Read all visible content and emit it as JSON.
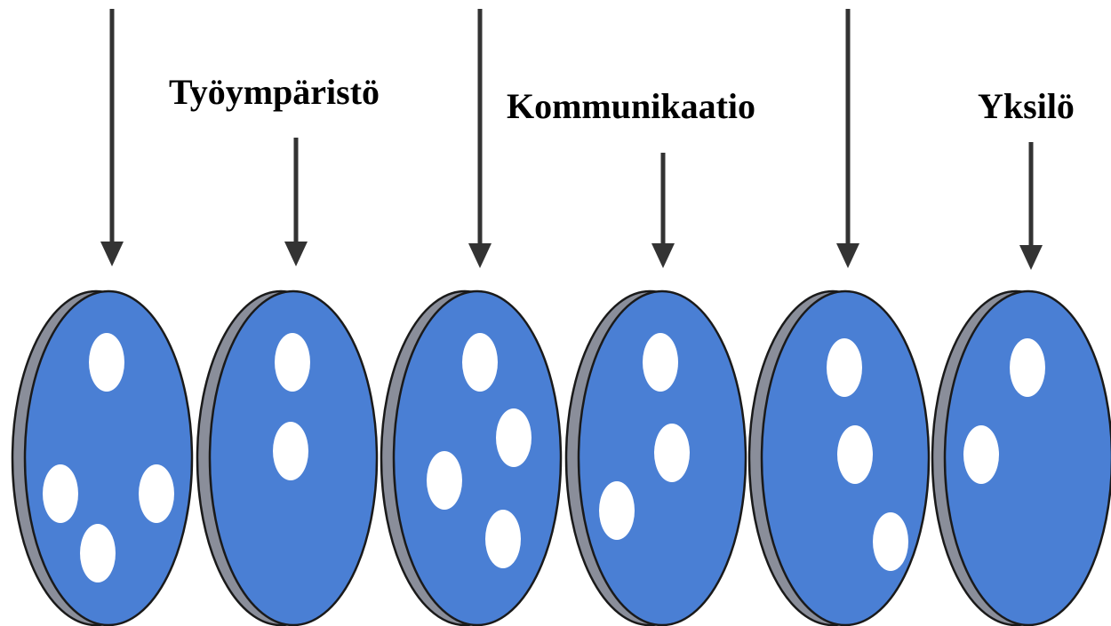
{
  "labels": [
    "Työympäristö",
    "Kommunikaatio",
    "Yksilö"
  ],
  "colors": {
    "disc_face": "#4a7fd4",
    "disc_rim": "#8a8e9a",
    "hole": "#ffffff",
    "outline": "#1a1a1a",
    "arrow": "#333333"
  },
  "discs": [
    {
      "holes": 4
    },
    {
      "holes": 2
    },
    {
      "holes": 4
    },
    {
      "holes": 3
    },
    {
      "holes": 3
    },
    {
      "holes": 2
    }
  ],
  "arrows": 6
}
